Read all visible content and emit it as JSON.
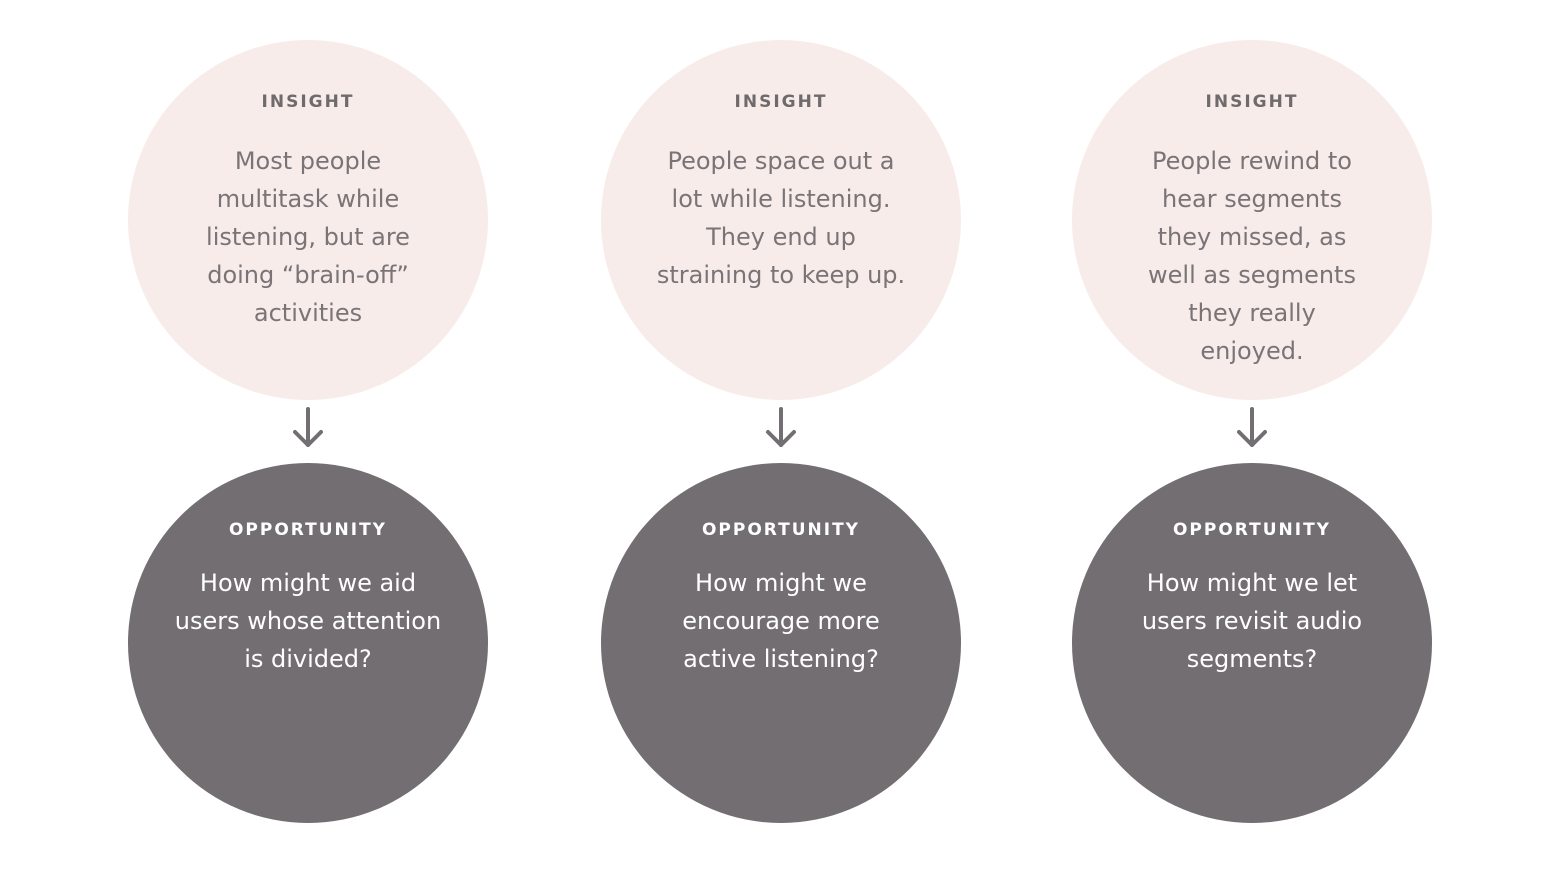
{
  "colors": {
    "insight_fill": "#f7ecea",
    "insight_text": "#7a7477",
    "opportunity_fill": "#736e71",
    "opportunity_text": "#ffffff",
    "arrow": "#736e71"
  },
  "columns": [
    {
      "insight": {
        "label": "INSIGHT",
        "text": "Most people multitask while listening, but are doing “brain-off” activities"
      },
      "arrow_icon": "arrow-down-icon",
      "opportunity": {
        "label": "OPPORTUNITY",
        "text": "How might we aid users whose attention is divided?"
      }
    },
    {
      "insight": {
        "label": "INSIGHT",
        "text": "People space out a lot while listening. They end up straining to keep up."
      },
      "arrow_icon": "arrow-down-icon",
      "opportunity": {
        "label": "OPPORTUNITY",
        "text": "How might we encourage more active listening?"
      }
    },
    {
      "insight": {
        "label": "INSIGHT",
        "text": "People rewind to hear segments they missed, as well as segments they really enjoyed."
      },
      "arrow_icon": "arrow-down-icon",
      "opportunity": {
        "label": "OPPORTUNITY",
        "text": "How might we let users revisit audio segments?"
      }
    }
  ]
}
